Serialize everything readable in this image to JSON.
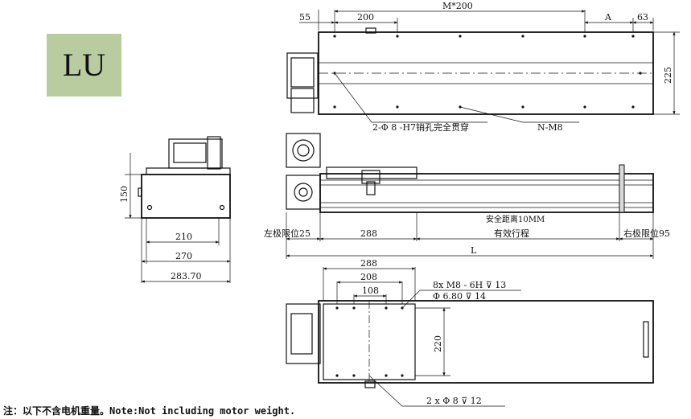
{
  "badge": {
    "label": "LU",
    "color": "#b8cca0"
  },
  "top_view": {
    "dim_55": "55",
    "dim_200": "200",
    "dim_m200": "M*200",
    "dim_a": "A",
    "dim_63": "63",
    "dim_225": "225",
    "callout_pin": "2-Φ 8 -H7销孔完全贯穿",
    "callout_nm8": "N-M8"
  },
  "side_view": {
    "dim_150": "150",
    "dim_210": "210",
    "dim_270": "270",
    "dim_283": "283.70"
  },
  "front_view": {
    "safety": "安全距离10MM",
    "left_limit": "左极限位25",
    "dim_288": "288",
    "stroke": "有效行程",
    "right_limit": "右极限位95",
    "dim_l": "L"
  },
  "bottom_view": {
    "dim_288": "288",
    "dim_208": "208",
    "dim_108": "108",
    "callout_thread": "8x  M8 - 6H ⊽ 13",
    "callout_hole": "Φ 6.80 ⊽ 14",
    "dim_220": "220",
    "callout_dowel": "2 x Φ 8 ⊽ 12"
  },
  "footer_note": "注：以下不含电机重量。Note:Not including motor weight."
}
